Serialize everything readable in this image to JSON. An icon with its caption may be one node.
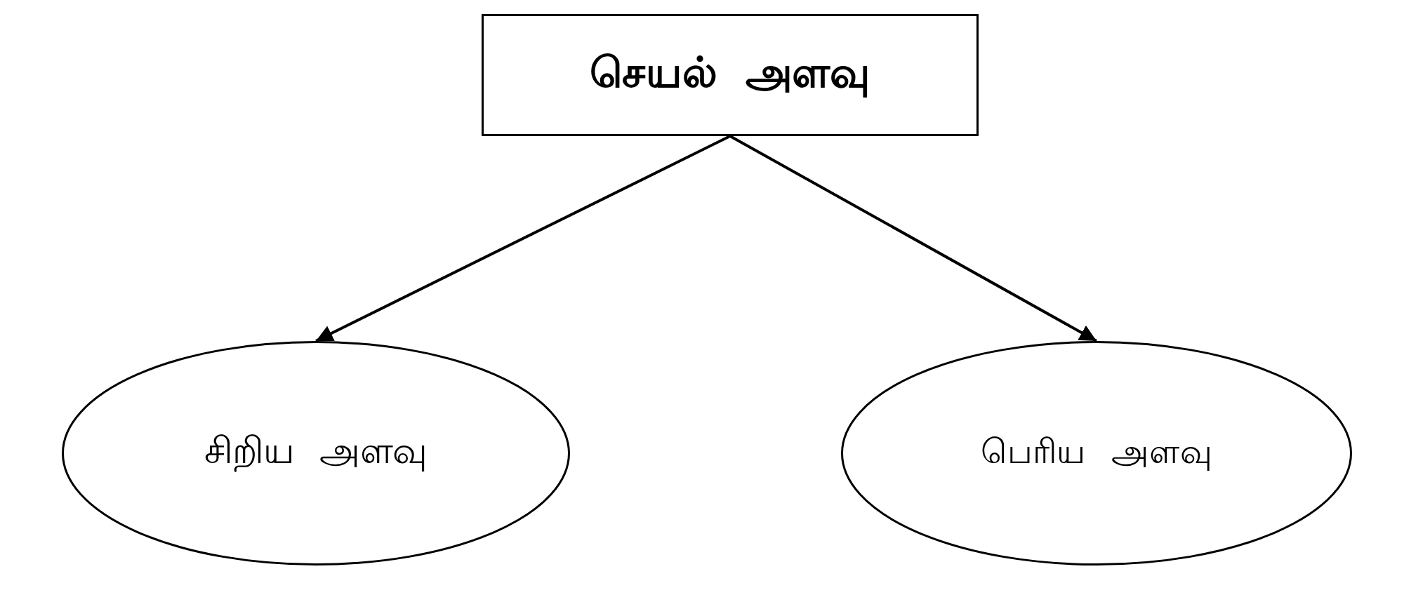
{
  "diagram": {
    "nodes": [
      {
        "text": [
          "செயல் அளவு"
        ]
      },
      {
        "text": [
          "சிறிய அளவு"
        ]
      },
      {
        "text": [
          "பெரிய அளவு"
        ]
      }
    ],
    "edges": [
      {
        "from": 0,
        "to": 1,
        "arrow": "to"
      },
      {
        "from": 0,
        "to": 2,
        "arrow": "to"
      }
    ]
  }
}
